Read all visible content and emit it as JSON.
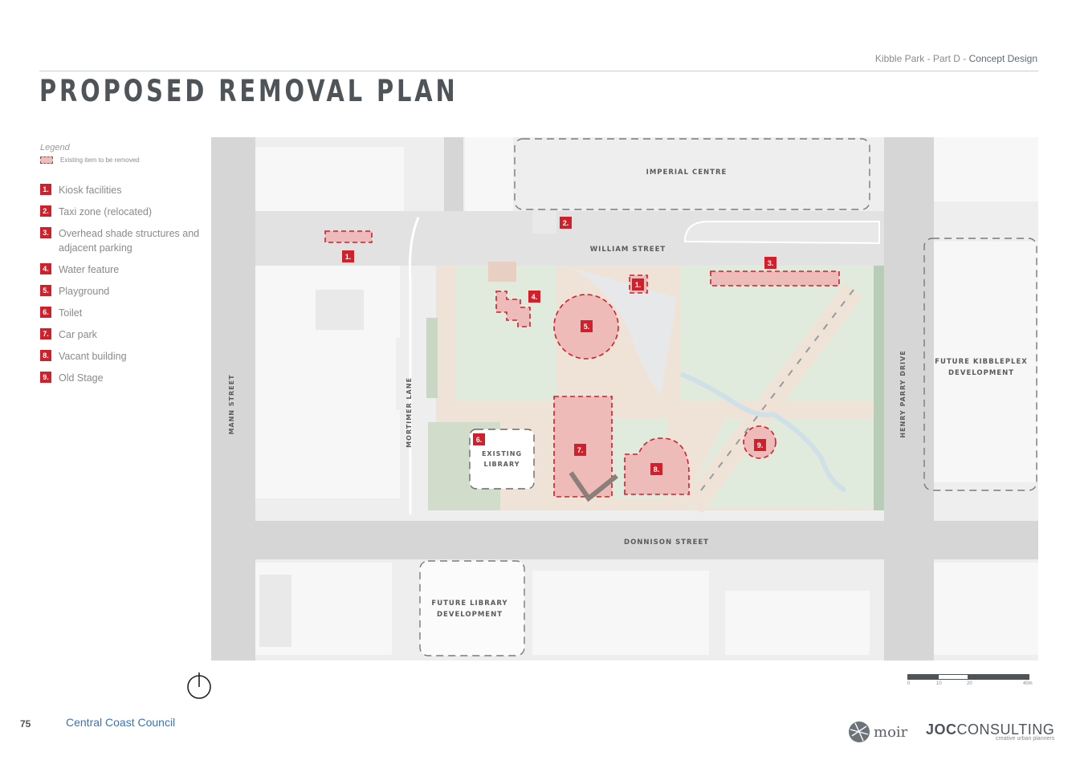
{
  "header": {
    "doc_title_prefix": "Kibble Park - Part D - ",
    "doc_title_highlight": "Concept Design",
    "page_title": "PROPOSED REMOVAL PLAN"
  },
  "legend": {
    "heading": "Legend",
    "key_label": "Existing item to be removed",
    "items": [
      {
        "num": "1.",
        "label": "Kiosk facilities"
      },
      {
        "num": "2.",
        "label": "Taxi zone (relocated)"
      },
      {
        "num": "3.",
        "label": "Overhead shade structures and adjacent parking"
      },
      {
        "num": "4.",
        "label": "Water feature"
      },
      {
        "num": "5.",
        "label": "Playground"
      },
      {
        "num": "6.",
        "label": "Toilet"
      },
      {
        "num": "7.",
        "label": "Car park"
      },
      {
        "num": "8.",
        "label": "Vacant building"
      },
      {
        "num": "9.",
        "label": "Old Stage"
      }
    ]
  },
  "map": {
    "streets": {
      "william": "WILLIAM STREET",
      "donnison": "DONNISON STREET",
      "mann": "MANN STREET",
      "mortimer": "MORTIMER LANE",
      "henry_parry": "HENRY PARRY DRIVE"
    },
    "buildings": {
      "imperial": "IMPERIAL CENTRE",
      "kibbleplex_1": "FUTURE KIBBLEPLEX",
      "kibbleplex_2": "DEVELOPMENT",
      "library_future_1": "FUTURE LIBRARY",
      "library_future_2": "DEVELOPMENT",
      "library_existing_1": "EXISTING",
      "library_existing_2": "LIBRARY"
    },
    "markers": {
      "kiosk_west": "1.",
      "kiosk_east": "1.",
      "taxi": "2.",
      "shade": "3.",
      "water": "4.",
      "playground": "5.",
      "toilet": "6.",
      "carpark": "7.",
      "vacant": "8.",
      "stage": "9."
    },
    "colors": {
      "removal_fill": "#efb4b4",
      "removal_stroke": "#d0202b",
      "grass": "#e0ebdd",
      "paving": "#efe3d8",
      "road": "#d6d6d6"
    }
  },
  "compass": {
    "icon": "north-arrow-icon"
  },
  "scale": {
    "ticks": [
      "0",
      "10",
      "20",
      "40m"
    ]
  },
  "footer": {
    "page_number": "75",
    "council": "Central Coast Council",
    "moir": "moir",
    "joc_bold": "JOC",
    "joc_rest": "CONSULTING",
    "joc_tagline": "creative urban planners"
  }
}
